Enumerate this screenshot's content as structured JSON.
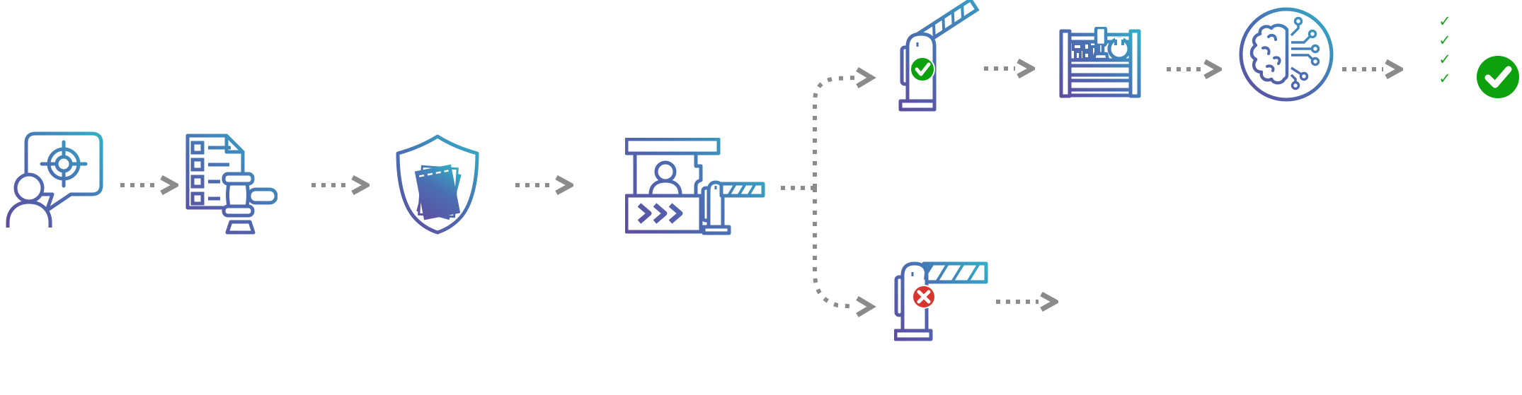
{
  "diagram": {
    "background_color": "#ffffff",
    "palette": {
      "gradient_start": "#5f4b9e",
      "gradient_mid": "#4a6fb3",
      "gradient_end": "#2eb5c9",
      "connector_gray": "#8b8b8b",
      "success_green": "#0da10d",
      "checkmark_green": "#23a127",
      "error_red": "#d9352f",
      "badge_text_white": "#ffffff"
    },
    "glyphs": {
      "check": "✓"
    },
    "main_flow": [
      {
        "id": "step-1",
        "icon": "person-target-speech-bubble-icon"
      },
      {
        "id": "step-2",
        "icon": "checklist-gavel-icon"
      },
      {
        "id": "step-3",
        "icon": "shield-documents-icon"
      },
      {
        "id": "step-4",
        "icon": "checkpoint-booth-barrier-icon"
      }
    ],
    "split": {
      "connector_style": "dotted",
      "connector_color": "#8b8b8b",
      "branches": [
        "approved",
        "rejected"
      ]
    },
    "branch_approved": [
      {
        "id": "gate-open",
        "icon": "barrier-open-icon",
        "badge": "check-circle-icon",
        "badge_color": "#0da10d"
      },
      {
        "id": "toolbox",
        "icon": "toolbox-icon"
      },
      {
        "id": "ai-brain",
        "icon": "ai-brain-circuit-icon"
      },
      {
        "id": "checkmark-list",
        "icon": "checkmark-list-icon",
        "check_count": 4
      },
      {
        "id": "success",
        "icon": "success-check-circle-icon",
        "color": "#0da10d"
      }
    ],
    "branch_rejected": [
      {
        "id": "gate-closed",
        "icon": "barrier-closed-icon",
        "badge": "x-circle-icon",
        "badge_color": "#d9352f"
      }
    ]
  }
}
